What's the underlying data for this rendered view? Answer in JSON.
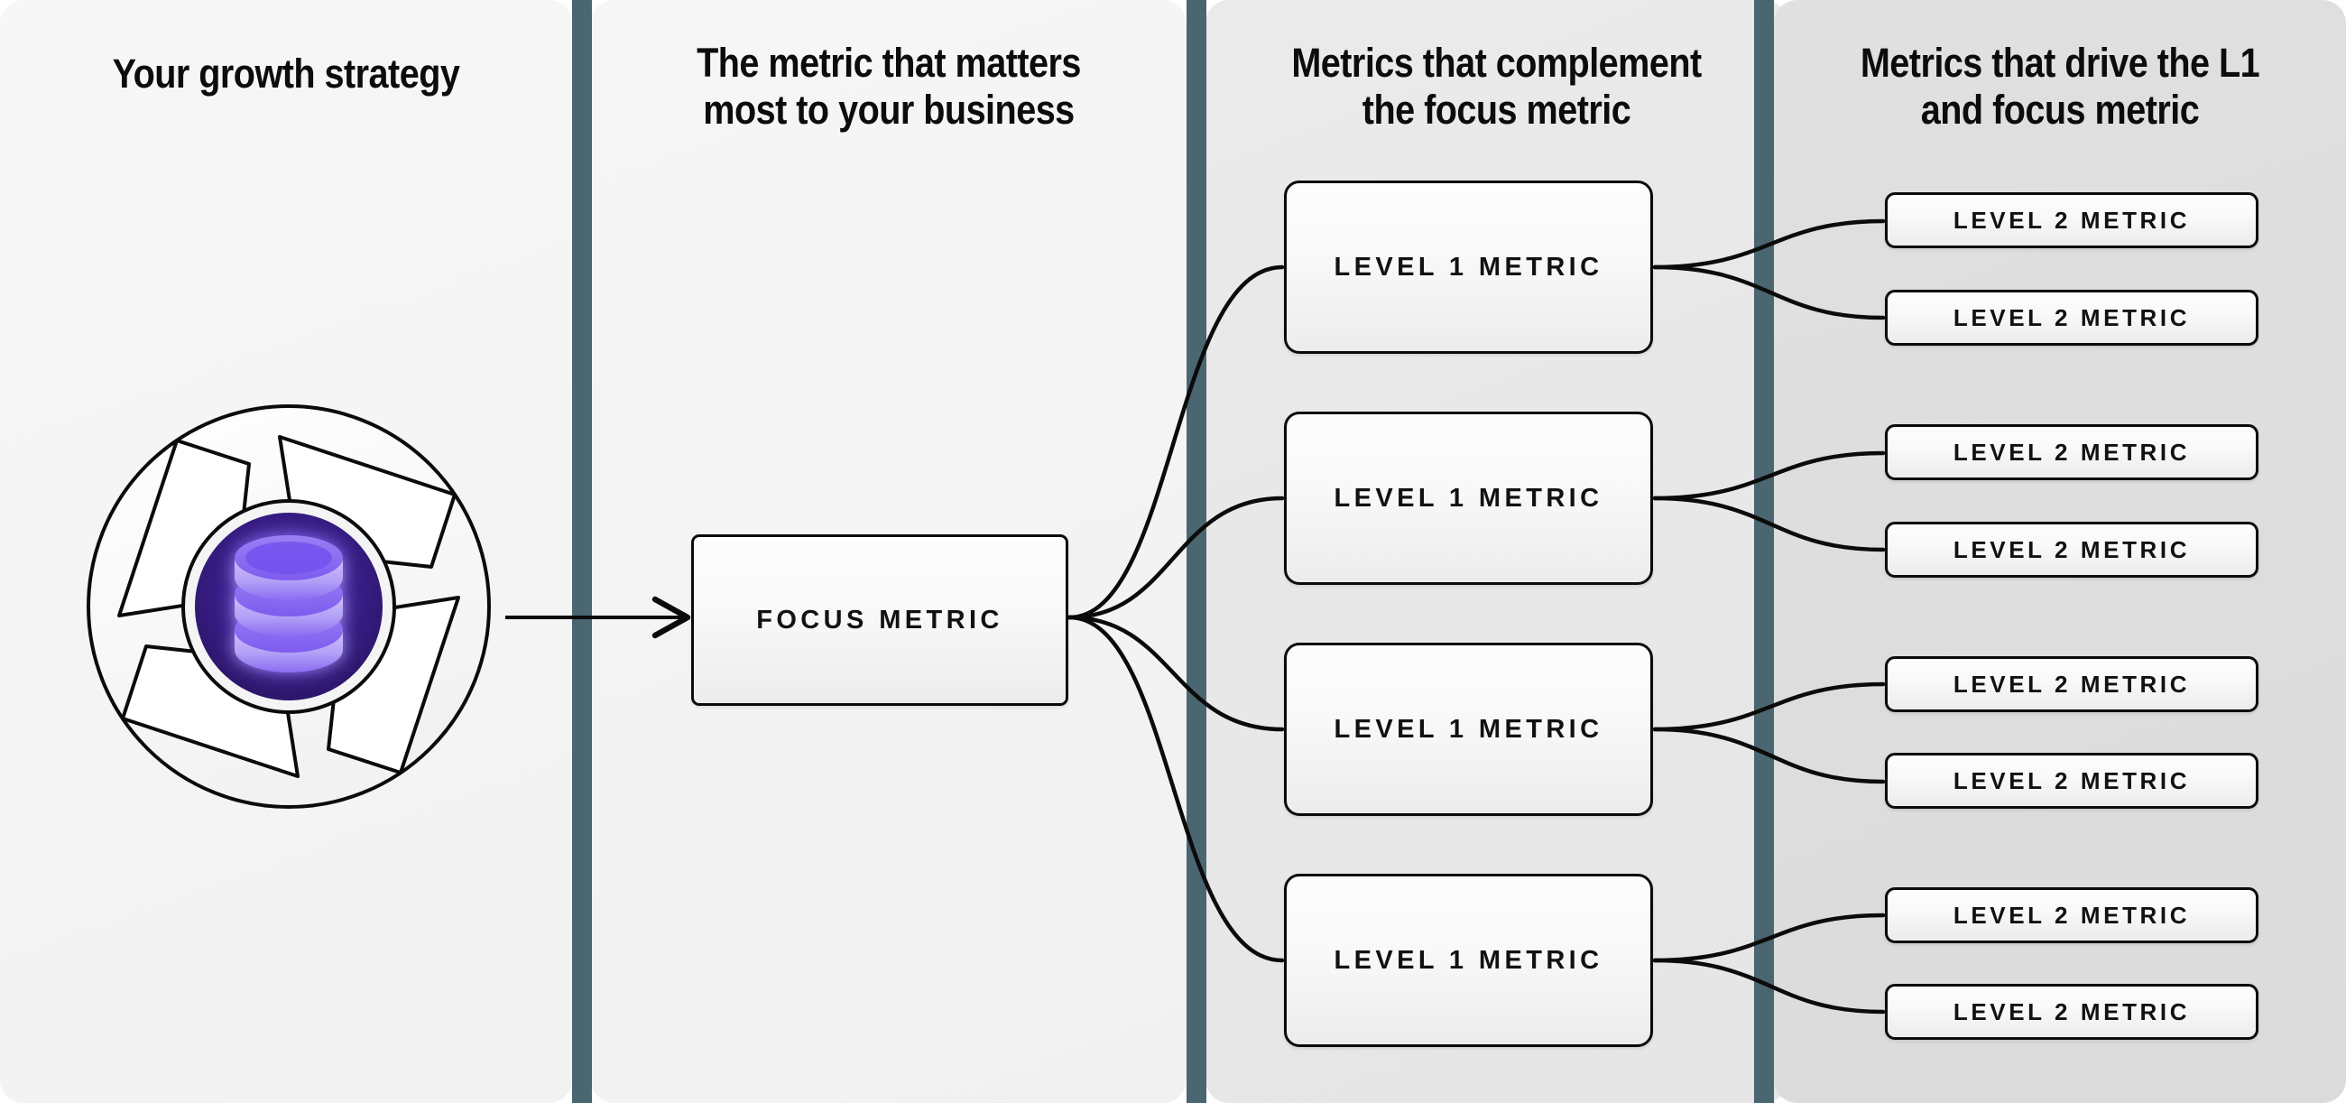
{
  "page": {
    "background": "#ffffff",
    "divider_color": "#4a6670"
  },
  "columns": [
    {
      "id": "growth-strategy",
      "title": "Your growth strategy"
    },
    {
      "id": "focus-metric",
      "title": "The metric that matters\nmost to your business"
    },
    {
      "id": "complement-metrics",
      "title": "Metrics that complement\nthe focus metric"
    },
    {
      "id": "driver-metrics",
      "title": "Metrics that drive the L1\nand focus metric"
    }
  ],
  "strategy_graphic": {
    "icon_name": "database-icon",
    "shape_name": "aperture-shutter",
    "core_color": "#3b1f8f",
    "core_color_outer": "#2a1566",
    "icon_color": "#b5a2f7",
    "icon_color_dark": "#7c5cf0",
    "blade_color": "#fdfdfd",
    "outline_color": "#0b0b0b"
  },
  "nodes": {
    "focus": {
      "label": "FOCUS METRIC"
    },
    "level1": [
      {
        "label": "LEVEL 1 METRIC"
      },
      {
        "label": "LEVEL 1 METRIC"
      },
      {
        "label": "LEVEL 1 METRIC"
      },
      {
        "label": "LEVEL 1 METRIC"
      }
    ],
    "level2": [
      {
        "label": "LEVEL 2 METRIC"
      },
      {
        "label": "LEVEL 2 METRIC"
      },
      {
        "label": "LEVEL 2 METRIC"
      },
      {
        "label": "LEVEL 2 METRIC"
      },
      {
        "label": "LEVEL 2 METRIC"
      },
      {
        "label": "LEVEL 2 METRIC"
      },
      {
        "label": "LEVEL 2 METRIC"
      },
      {
        "label": "LEVEL 2 METRIC"
      }
    ]
  },
  "connectors": {
    "arrow_name": "strategy-to-focus-arrow",
    "stroke_color": "#0b0b0b"
  }
}
